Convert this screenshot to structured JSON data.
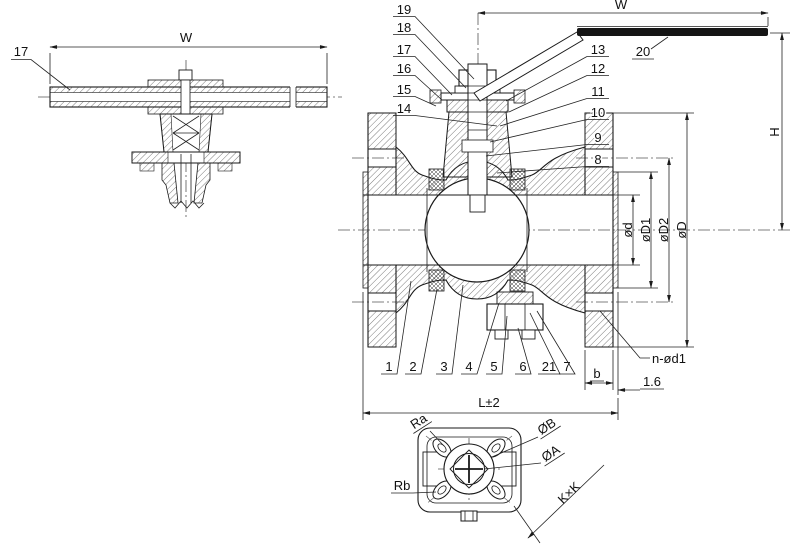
{
  "drawing": {
    "labels": {
      "left": [
        "19",
        "18",
        "17",
        "16",
        "15",
        "14"
      ],
      "right": [
        "13",
        "12",
        "11",
        "10",
        "9",
        "8"
      ],
      "bottom": [
        "1",
        "2",
        "3",
        "4",
        "5",
        "6",
        "21",
        "7"
      ],
      "handle": "20",
      "top_view": "17"
    },
    "dimensions": {
      "top_view_width": "W",
      "handle_width": "W",
      "height": "H",
      "bore": "ød",
      "dia1": "øD1",
      "dia2": "øD2",
      "flange_od": "øD",
      "flange_thickness": "b",
      "raised_face": "1.6",
      "face_to_face": "L±2",
      "bolt_holes": "n-ød1"
    },
    "end_view": {
      "square": "K×K",
      "dia_b": "ØB",
      "dia_a": "ØA",
      "radius_top": "Ra",
      "radius_bottom": "Rb"
    }
  }
}
